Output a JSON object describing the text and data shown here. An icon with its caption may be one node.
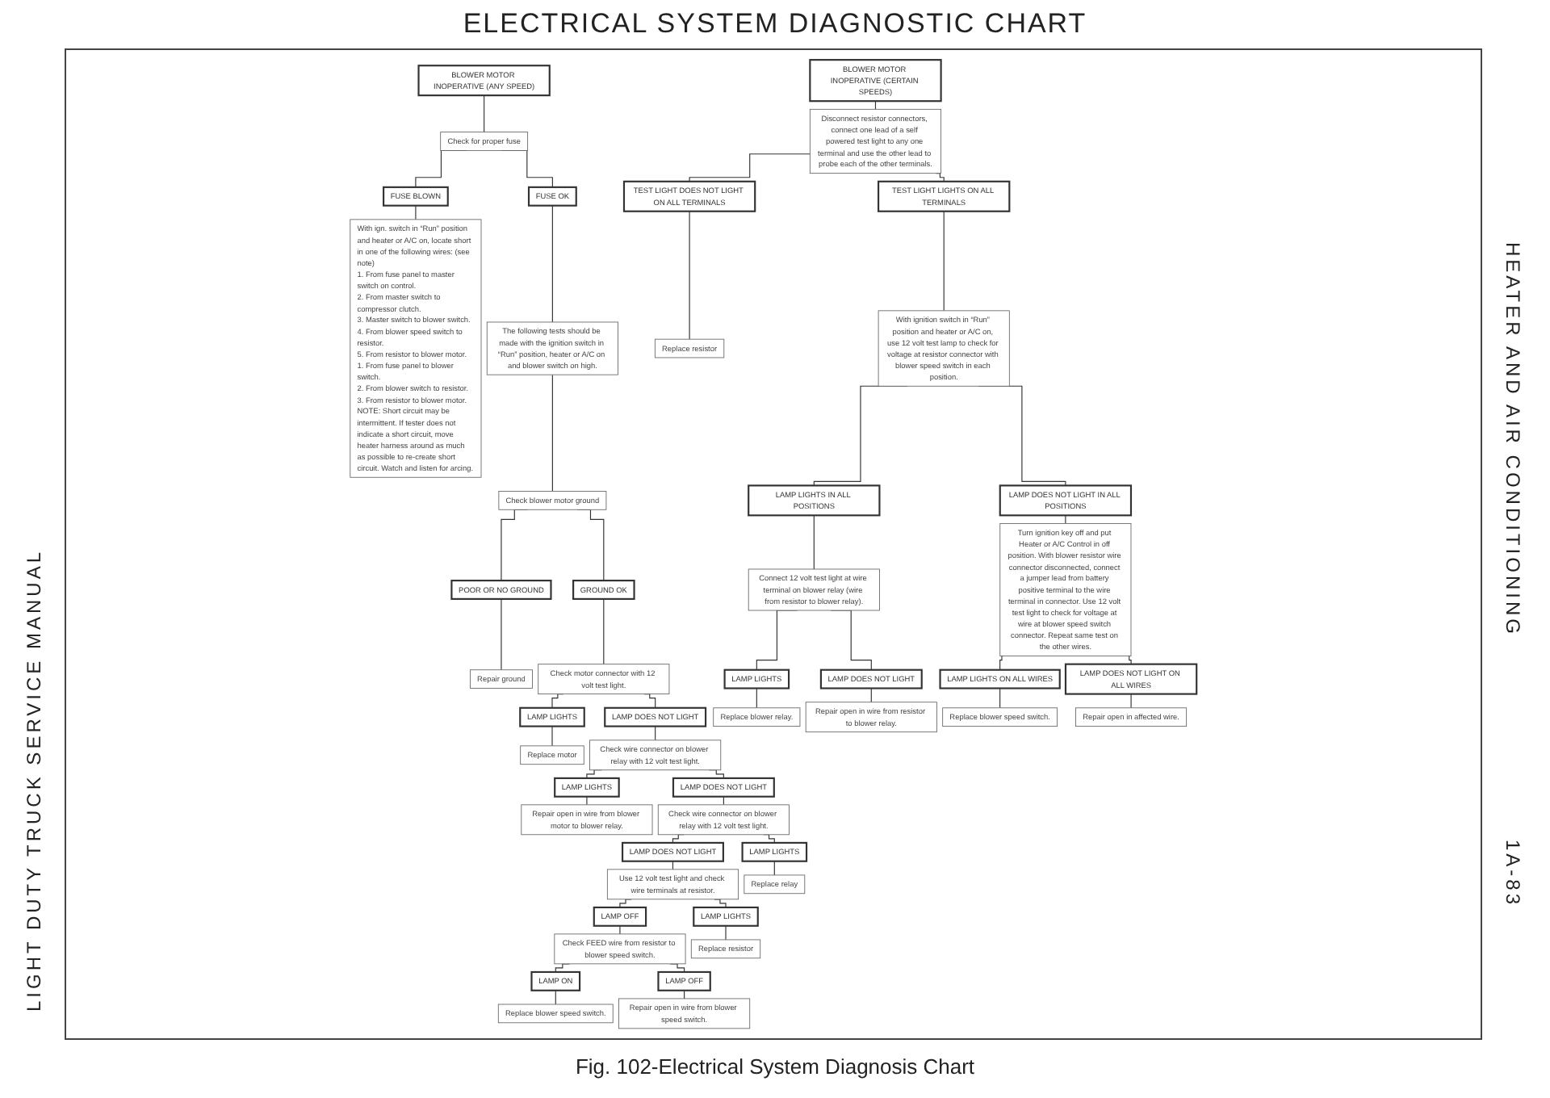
{
  "diagram": {
    "title": "ELECTRICAL SYSTEM DIAGNOSTIC CHART",
    "caption": "Fig. 102-Electrical System Diagnosis Chart",
    "nodes": [
      {
        "text": [
          "BLOWER MOTOR INOPERATIVE (ANY SPEED)"
        ]
      },
      {
        "text": [
          "Check for proper fuse"
        ]
      },
      {
        "text": [
          "FUSE BLOWN"
        ]
      },
      {
        "text": [
          "FUSE OK"
        ]
      },
      {
        "text": [
          "With ign. switch in “Run” position and heater or A/C on, locate short in one of the following wires: (see note)",
          "1. From fuse panel to master switch on control.",
          "2. From master switch to compressor clutch.",
          "3. Master switch to blower switch.",
          "4. From blower speed switch to resistor.",
          "5. From resistor to blower motor.",
          "1. From fuse panel to blower switch.",
          "2. From blower switch to resistor.",
          "3. From resistor to blower motor.",
          "NOTE: Short circuit may be intermittent. If tester does not indicate a short circuit, move heater harness around as much as possible to re-create short circuit. Watch and listen for arcing."
        ]
      },
      {
        "text": [
          "The following tests should be made with the ignition switch in “Run” position, heater or A/C on and blower switch on high."
        ]
      },
      {
        "text": [
          "Check blower motor ground"
        ]
      },
      {
        "text": [
          "POOR OR NO GROUND"
        ]
      },
      {
        "text": [
          "GROUND OK"
        ]
      },
      {
        "text": [
          "Repair ground"
        ]
      },
      {
        "text": [
          "Check motor connector with 12 volt test light."
        ]
      },
      {
        "text": [
          "LAMP LIGHTS"
        ]
      },
      {
        "text": [
          "LAMP DOES NOT LIGHT"
        ]
      },
      {
        "text": [
          "Replace motor"
        ]
      },
      {
        "text": [
          "Check wire connector on blower relay with 12 volt test light."
        ]
      },
      {
        "text": [
          "LAMP LIGHTS"
        ]
      },
      {
        "text": [
          "LAMP DOES NOT LIGHT"
        ]
      },
      {
        "text": [
          "Repair open in wire from blower motor to blower relay."
        ]
      },
      {
        "text": [
          "Check wire connector on blower relay with 12 volt test light."
        ]
      },
      {
        "text": [
          "LAMP DOES NOT LIGHT"
        ]
      },
      {
        "text": [
          "LAMP LIGHTS"
        ]
      },
      {
        "text": [
          "Use 12 volt test light and check wire terminals at resistor."
        ]
      },
      {
        "text": [
          "Replace relay"
        ]
      },
      {
        "text": [
          "LAMP OFF"
        ]
      },
      {
        "text": [
          "LAMP LIGHTS"
        ]
      },
      {
        "text": [
          "Check FEED wire from resistor to blower speed switch."
        ]
      },
      {
        "text": [
          "Replace resistor"
        ]
      },
      {
        "text": [
          "LAMP ON"
        ]
      },
      {
        "text": [
          "LAMP OFF"
        ]
      },
      {
        "text": [
          "Replace blower speed switch."
        ]
      },
      {
        "text": [
          "Repair open in wire from blower speed switch."
        ]
      },
      {
        "text": [
          "BLOWER MOTOR INOPERATIVE (CERTAIN SPEEDS)"
        ]
      },
      {
        "text": [
          "Disconnect resistor connectors, connect one lead of a self powered test light to any one terminal and use the other lead to probe each of the other terminals."
        ]
      },
      {
        "text": [
          "TEST LIGHT DOES NOT LIGHT ON ALL TERMINALS"
        ]
      },
      {
        "text": [
          "TEST LIGHT LIGHTS ON ALL TERMINALS"
        ]
      },
      {
        "text": [
          "Replace resistor"
        ]
      },
      {
        "text": [
          "With ignition switch in “Run” position and heater or A/C on, use 12 volt test lamp to check for voltage at resistor connector with blower speed switch in each position."
        ]
      },
      {
        "text": [
          "LAMP LIGHTS IN ALL POSITIONS"
        ]
      },
      {
        "text": [
          "LAMP DOES NOT LIGHT IN ALL POSITIONS"
        ]
      },
      {
        "text": [
          "Connect 12 volt test light at wire terminal on blower relay (wire from resistor to blower relay)."
        ]
      },
      {
        "text": [
          "Turn ignition key off and put Heater or A/C Control in off position. With blower resistor wire connector disconnected, connect a jumper lead from battery positive terminal to the wire terminal in connector. Use 12 volt test light to check for voltage at wire at blower speed switch connector. Repeat same test on the other wires."
        ]
      },
      {
        "text": [
          "LAMP LIGHTS"
        ]
      },
      {
        "text": [
          "LAMP DOES NOT LIGHT"
        ]
      },
      {
        "text": [
          "Replace blower relay."
        ]
      },
      {
        "text": [
          "Repair open in wire from resistor to blower relay."
        ]
      },
      {
        "text": [
          "LAMP LIGHTS ON ALL WIRES"
        ]
      },
      {
        "text": [
          "LAMP DOES NOT LIGHT ON ALL WIRES"
        ]
      },
      {
        "text": [
          "Replace blower speed switch."
        ]
      },
      {
        "text": [
          "Repair open in affected wire."
        ]
      }
    ],
    "edges": [
      {
        "from": 0,
        "to": 1,
        "arrow": "none"
      },
      {
        "from": 1,
        "to": 2,
        "arrow": "none"
      },
      {
        "from": 1,
        "to": 3,
        "arrow": "none"
      },
      {
        "from": 2,
        "to": 4,
        "arrow": "none"
      },
      {
        "from": 3,
        "to": 5,
        "arrow": "none"
      },
      {
        "from": 5,
        "to": 6,
        "arrow": "none"
      },
      {
        "from": 6,
        "to": 7,
        "arrow": "none"
      },
      {
        "from": 6,
        "to": 8,
        "arrow": "none"
      },
      {
        "from": 7,
        "to": 9,
        "arrow": "none"
      },
      {
        "from": 8,
        "to": 10,
        "arrow": "none"
      },
      {
        "from": 10,
        "to": 11,
        "arrow": "none"
      },
      {
        "from": 10,
        "to": 12,
        "arrow": "none"
      },
      {
        "from": 11,
        "to": 13,
        "arrow": "none"
      },
      {
        "from": 12,
        "to": 14,
        "arrow": "none"
      },
      {
        "from": 14,
        "to": 15,
        "arrow": "none"
      },
      {
        "from": 14,
        "to": 16,
        "arrow": "none"
      },
      {
        "from": 15,
        "to": 17,
        "arrow": "none"
      },
      {
        "from": 16,
        "to": 18,
        "arrow": "none"
      },
      {
        "from": 18,
        "to": 19,
        "arrow": "none"
      },
      {
        "from": 18,
        "to": 20,
        "arrow": "none"
      },
      {
        "from": 19,
        "to": 21,
        "arrow": "none"
      },
      {
        "from": 20,
        "to": 22,
        "arrow": "none"
      },
      {
        "from": 21,
        "to": 23,
        "arrow": "none"
      },
      {
        "from": 21,
        "to": 24,
        "arrow": "none"
      },
      {
        "from": 23,
        "to": 25,
        "arrow": "none"
      },
      {
        "from": 24,
        "to": 26,
        "arrow": "none"
      },
      {
        "from": 25,
        "to": 27,
        "arrow": "none"
      },
      {
        "from": 25,
        "to": 28,
        "arrow": "none"
      },
      {
        "from": 27,
        "to": 29,
        "arrow": "none"
      },
      {
        "from": 28,
        "to": 30,
        "arrow": "none"
      },
      {
        "from": 31,
        "to": 32,
        "arrow": "none"
      },
      {
        "from": 32,
        "to": 33,
        "arrow": "none"
      },
      {
        "from": 32,
        "to": 34,
        "arrow": "none"
      },
      {
        "from": 33,
        "to": 35,
        "arrow": "none"
      },
      {
        "from": 34,
        "to": 36,
        "arrow": "none"
      },
      {
        "from": 36,
        "to": 37,
        "arrow": "none"
      },
      {
        "from": 36,
        "to": 38,
        "arrow": "none"
      },
      {
        "from": 37,
        "to": 39,
        "arrow": "none"
      },
      {
        "from": 38,
        "to": 40,
        "arrow": "none"
      },
      {
        "from": 39,
        "to": 41,
        "arrow": "none"
      },
      {
        "from": 39,
        "to": 42,
        "arrow": "none"
      },
      {
        "from": 41,
        "to": 43,
        "arrow": "none"
      },
      {
        "from": 42,
        "to": 44,
        "arrow": "none"
      },
      {
        "from": 40,
        "to": 45,
        "arrow": "none"
      },
      {
        "from": 40,
        "to": 46,
        "arrow": "none"
      },
      {
        "from": 45,
        "to": 47,
        "arrow": "none"
      },
      {
        "from": 46,
        "to": 48,
        "arrow": "none"
      }
    ],
    "labels": [
      "HEATER AND AIR CONDITIONING",
      "1A-83",
      "LIGHT DUTY TRUCK SERVICE MANUAL"
    ]
  }
}
